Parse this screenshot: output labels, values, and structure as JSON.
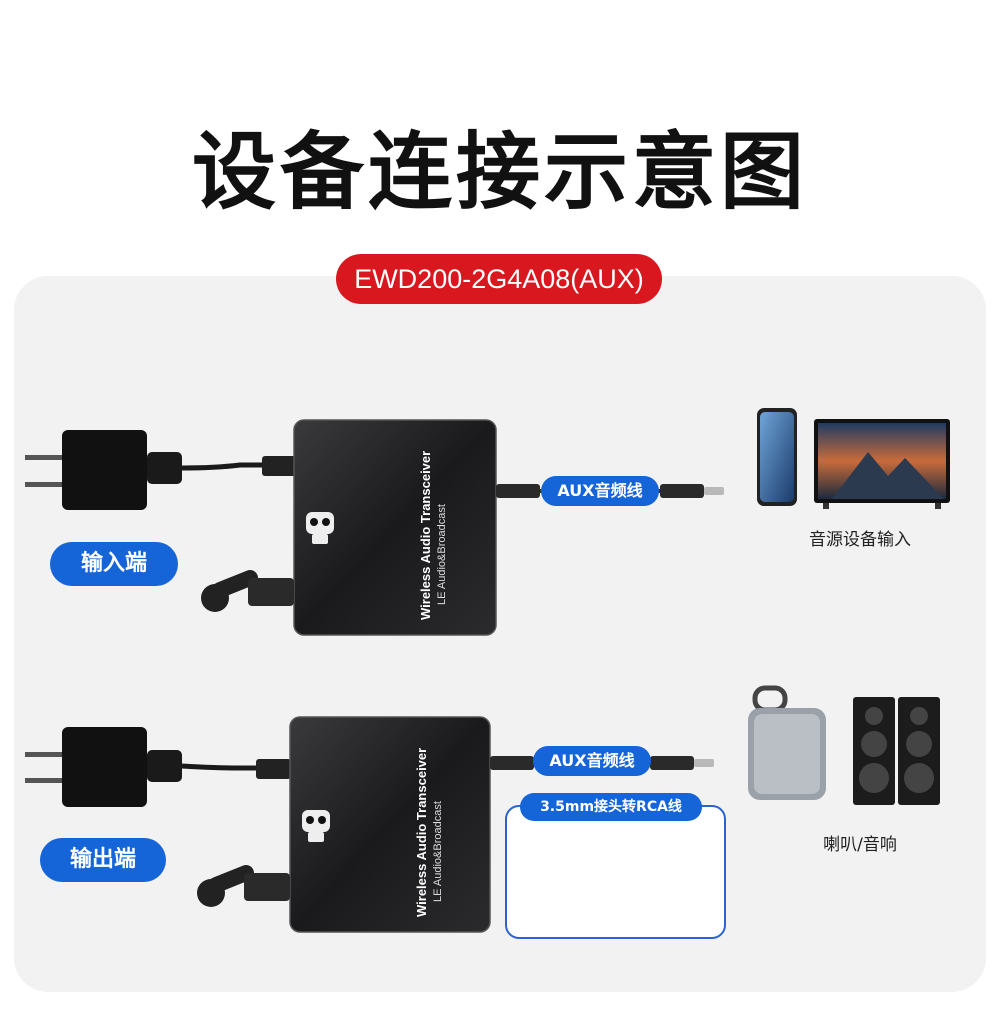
{
  "title": "设备连接示意图",
  "model": "EWD200-2G4A08(AUX)",
  "top_row": {
    "role_label": "输入端",
    "cable_label": "AUX音频线",
    "source_caption": "音源设备输入",
    "device_name": "Wireless Audio Transceiver",
    "device_sub": "LE Audio&Broadcast"
  },
  "bottom_row": {
    "role_label": "输出端",
    "cable_label": "AUX音频线",
    "rca_label": "3.5mm接头转RCA线",
    "sink_caption": "喇叭/音响",
    "device_name": "Wireless Audio Transceiver",
    "device_sub": "LE Audio&Broadcast"
  },
  "colors": {
    "accent_red": "#d8171f",
    "accent_blue": "#1565d8",
    "panel": "#f2f2f2",
    "device": "#1d1d1f"
  }
}
